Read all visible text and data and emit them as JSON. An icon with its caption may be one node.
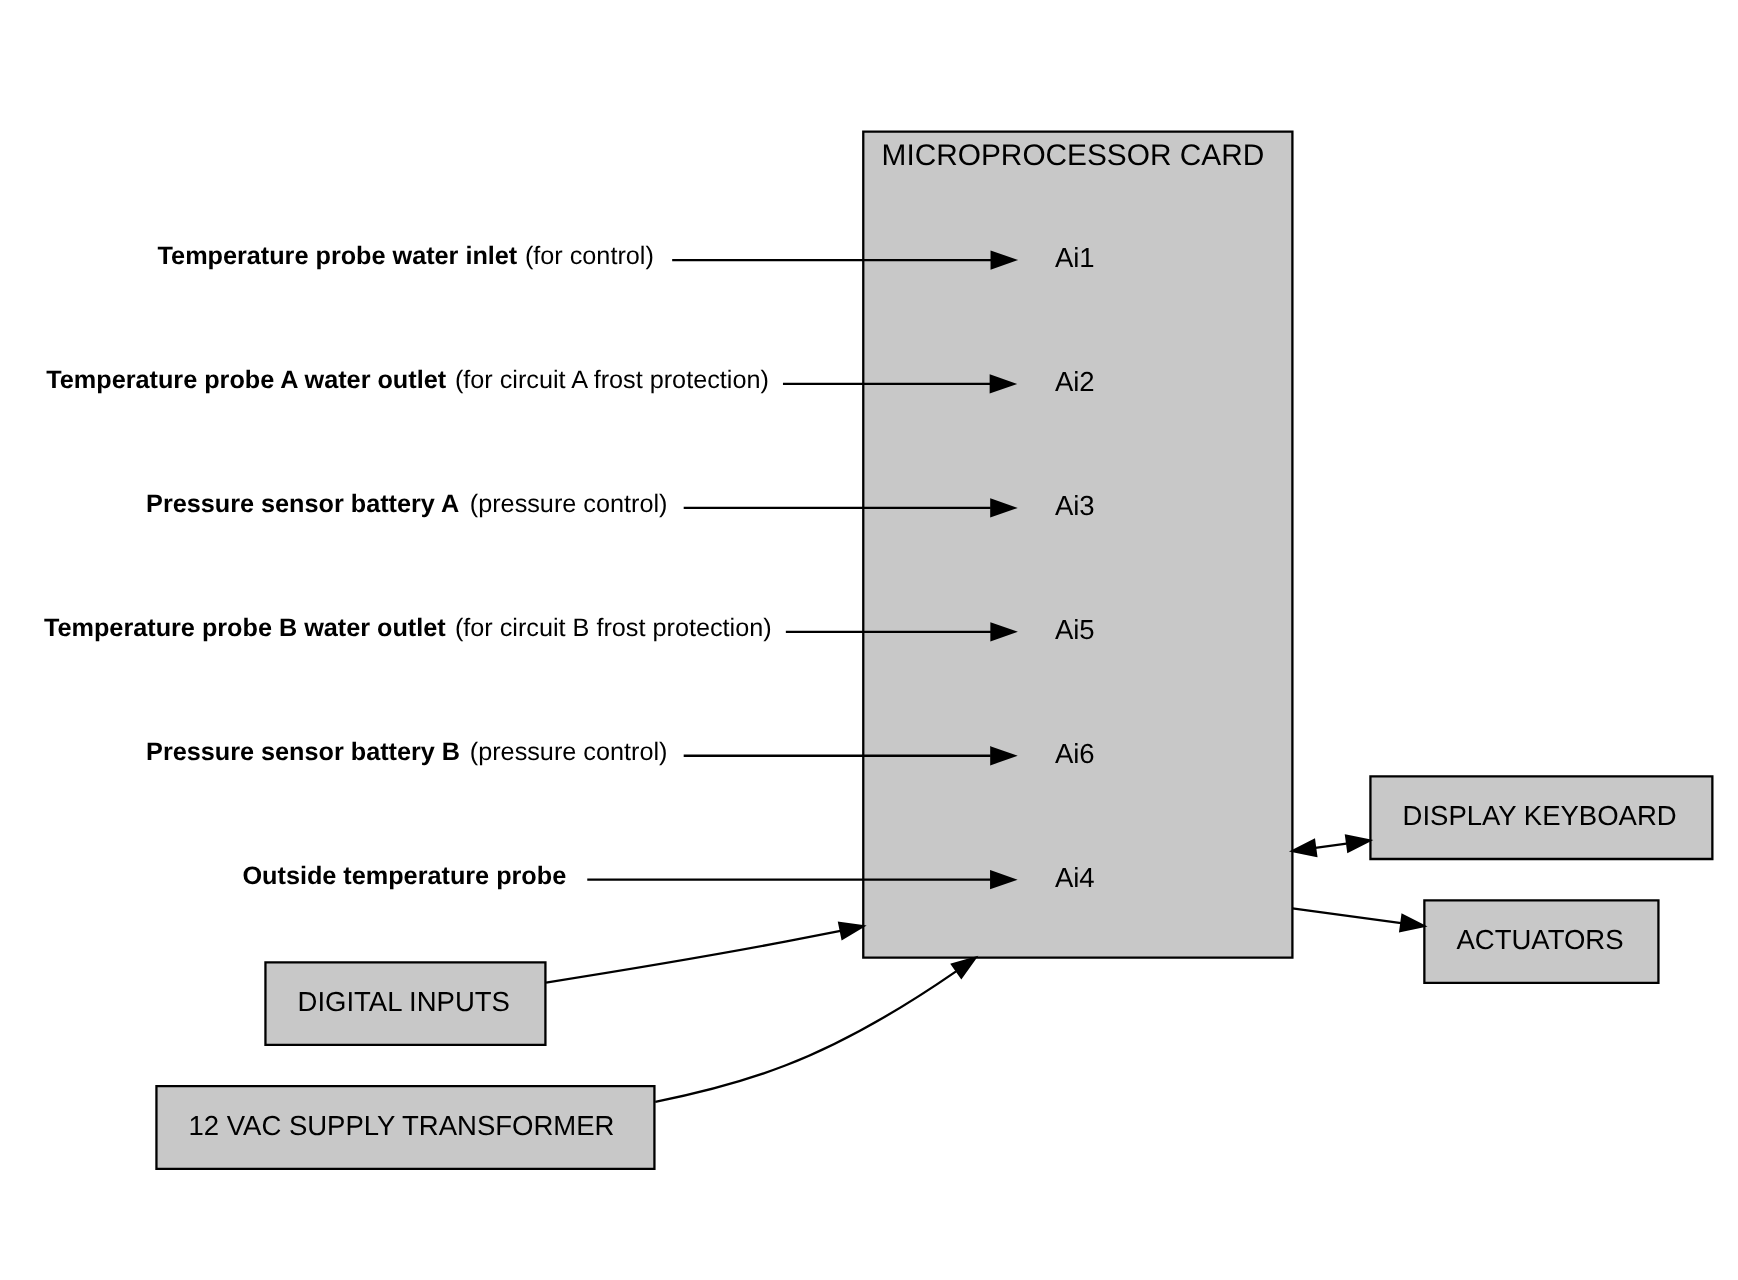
{
  "diagram": {
    "nodes": [
      {
        "text": [
          "**Temperature probe water inlet** (for control)"
        ]
      },
      {
        "text": [
          "**Temperature probe A water outlet** (for circuit A frost protection)"
        ]
      },
      {
        "text": [
          "**Pressure sensor battery A** (pressure control)"
        ]
      },
      {
        "text": [
          "**Outside temperature probe**"
        ]
      },
      {
        "text": [
          "**Temperature probe B water outlet** (for circuit B frost protection)"
        ]
      },
      {
        "text": [
          "**Pressure sensor battery B** (pressure control)"
        ]
      },
      {
        "text": [
          "DIGITAL INPUTS"
        ]
      },
      {
        "text": [
          "DISPLAY KEYBOARD"
        ]
      },
      {
        "text": [
          "MICROPROCESSOR CARD"
        ]
      },
      {
        "text": [
          "Ai1"
        ],
        "in": 8
      },
      {
        "text": [
          "Ai2"
        ],
        "in": 8
      },
      {
        "text": [
          "Ai3"
        ],
        "in": 8
      },
      {
        "text": [
          "Ai4"
        ],
        "in": 8
      },
      {
        "text": [
          "Ai5"
        ],
        "in": 8
      },
      {
        "text": [
          "Ai6"
        ],
        "in": 8
      },
      {
        "text": [
          "12 VAC SUPPLY TRANSFORMER"
        ]
      },
      {
        "text": [
          "ACTUATORS"
        ]
      }
    ],
    "edges": [
      {
        "from": 0,
        "to": 9,
        "arrow": "to"
      },
      {
        "from": 1,
        "to": 10,
        "arrow": "to"
      },
      {
        "from": 2,
        "to": 11,
        "arrow": "to"
      },
      {
        "from": 3,
        "to": 12,
        "arrow": "to"
      },
      {
        "from": 4,
        "to": 13,
        "arrow": "to"
      },
      {
        "from": 5,
        "to": 14,
        "arrow": "to"
      },
      {
        "from": 6,
        "to": 8,
        "arrow": "to"
      },
      {
        "from": 8,
        "to": 7,
        "arrow": "both"
      },
      {
        "from": 15,
        "to": 8,
        "arrow": "to"
      },
      {
        "from": 8,
        "to": 16,
        "arrow": "to"
      }
    ]
  }
}
